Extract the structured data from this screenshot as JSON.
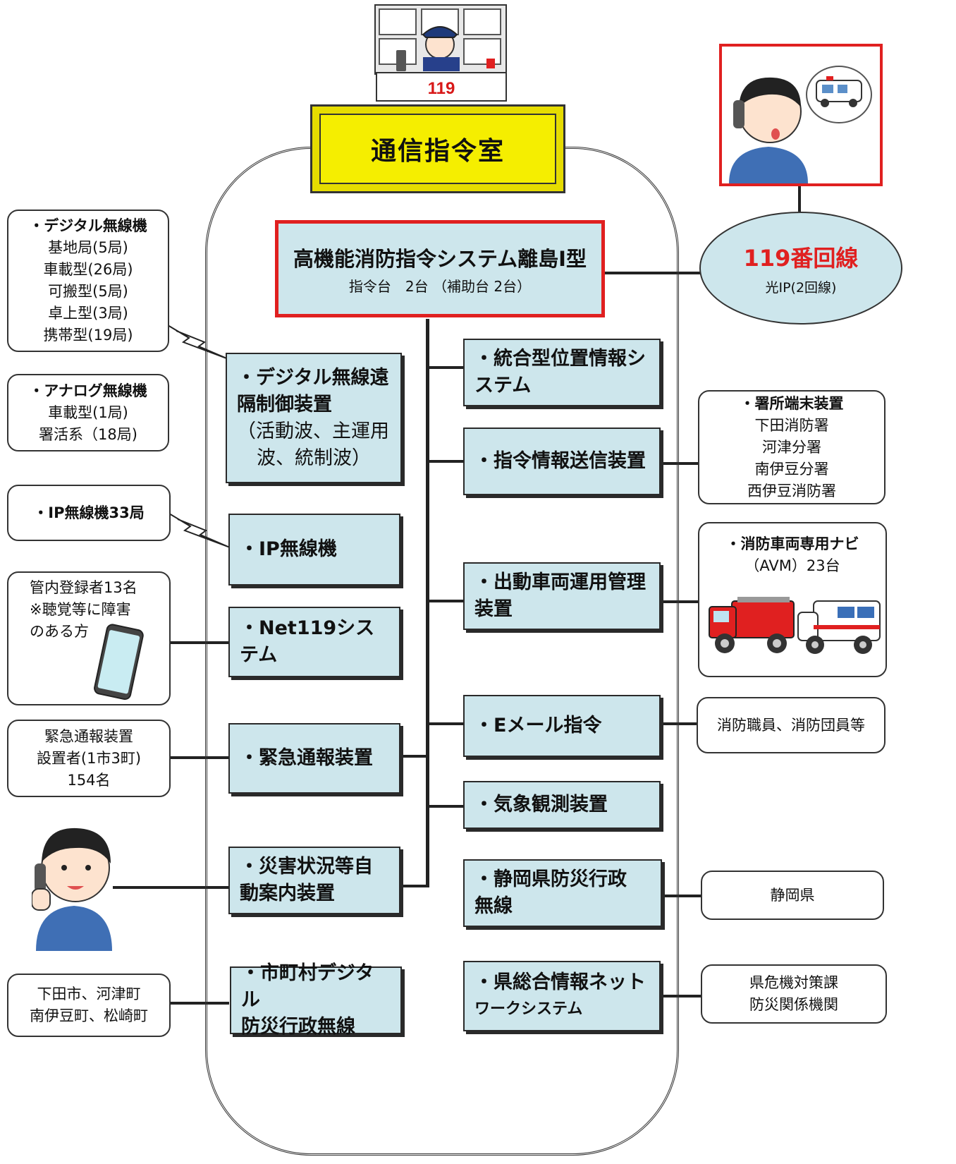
{
  "top_panel": {
    "number": "119"
  },
  "dispatch_room": {
    "title": "通信指令室"
  },
  "main_system": {
    "title": "高機能消防指令システム離島Ⅰ型",
    "subtitle": "指令台　2台 （補助台 2台）"
  },
  "line_119": {
    "title": "119番回線",
    "subtitle": "光IP(2回線)"
  },
  "left_notes": {
    "digital_radio": {
      "head": "・デジタル無線機",
      "items": [
        "基地局(5局)",
        "車載型(26局)",
        "可搬型(5局)",
        "卓上型(3局)",
        "携帯型(19局)"
      ]
    },
    "analog_radio": {
      "head": "・アナログ無線機",
      "items": [
        "車載型(1局)",
        "署活系（18局)"
      ]
    },
    "ip_radio": {
      "head": "・IP無線機33局"
    },
    "net119_users": {
      "lines": [
        "管内登録者13名",
        "※聴覚等に障害",
        "のある方"
      ]
    },
    "emergency_reporters": {
      "lines": [
        "緊急通報装置",
        "設置者(1市3町)",
        "154名"
      ]
    },
    "municipalities": {
      "lines": [
        "下田市、河津町",
        "南伊豆町、松崎町"
      ]
    }
  },
  "left_devices": {
    "digital_remote": {
      "lines": [
        "・デジタル無線遠",
        "隔制御装置",
        "（活動波、主運用",
        "波、統制波）"
      ]
    },
    "ip_radio": {
      "label": "・IP無線機"
    },
    "net119": {
      "label": "・Net119システム"
    },
    "emergency": {
      "label": "・緊急通報装置"
    },
    "auto_guide": {
      "lines": [
        "・災害状況等自",
        "動案内装置"
      ]
    },
    "municipal_radio": {
      "lines": [
        "・市町村デジタル",
        "防災行政無線"
      ]
    }
  },
  "right_devices": {
    "location_info": {
      "lines": [
        "・統合型位置情報シ",
        "ステム"
      ]
    },
    "command_sender": {
      "label": "・指令情報送信装置"
    },
    "vehicle_mgmt": {
      "lines": [
        "・出動車両運用管理",
        "装置"
      ]
    },
    "email": {
      "label": "・Eメール指令"
    },
    "weather": {
      "label": "・気象観測装置"
    },
    "prefecture_radio": {
      "lines": [
        "・静岡県防災行政",
        "無線"
      ]
    },
    "prefecture_network": {
      "lines": [
        "・県総合情報ネット",
        "ワークシステム"
      ]
    }
  },
  "right_notes": {
    "stations": {
      "head": "・署所端末装置",
      "items": [
        "下田消防署",
        "河津分署",
        "南伊豆分署",
        "西伊豆消防署"
      ]
    },
    "navi": {
      "head": "・消防車両専用ナビ",
      "sub": "（AVM）23台"
    },
    "email_targets": {
      "label": "消防職員、消防団員等"
    },
    "shizuoka": {
      "label": "静岡県"
    },
    "crisis": {
      "lines": [
        "県危機対策課",
        "防災関係機関"
      ]
    }
  },
  "colors": {
    "yellow": "#f5ee00",
    "blue_box": "#cde6ec",
    "red_border": "#e02020",
    "ellipse": "#cde6ec",
    "red_text": "#e02020"
  },
  "icons": [
    "dispatcher-illustration",
    "caller-illustration",
    "smartphone-icon",
    "phone-user-illustration",
    "fire-engine-icon",
    "ambulance-icon"
  ]
}
